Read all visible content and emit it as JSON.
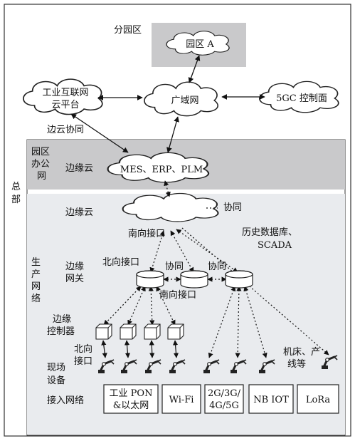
{
  "labels": {
    "branch_zone": "分园区",
    "park_a": "园区 A",
    "iiot_cloud_line1": "工业互联网",
    "iiot_cloud_line2": "云平台",
    "wan": "广域网",
    "control_5gc": "5GC 控制面",
    "edge_cloud_collab": "边云协同",
    "hq_line1": "总",
    "hq_line2": "部",
    "office_line1": "园区",
    "office_line2": "办公",
    "office_line3": "网",
    "office_edge_cloud": "边缘云",
    "office_apps": "MES、ERP、PLM",
    "prod_edge_cloud": "边缘云",
    "collab": "协同",
    "history_db_line1": "历史数据库、",
    "history_db_line2": "SCADA",
    "southbound_top": "南向接口",
    "prod_line1": "生",
    "prod_line2": "产",
    "prod_line3": "网",
    "prod_line4": "络",
    "northbound_gw": "北向接口",
    "collab_left": "协同",
    "collab_right": "协同",
    "edge_gateway_line1": "边缘",
    "edge_gateway_line2": "网关",
    "southbound_gw": "南向接口",
    "edge_controller_line1": "边缘",
    "edge_controller_line2": "控制器",
    "northbound_ctrl_line1": "北向",
    "northbound_ctrl_line2": "接口",
    "machine_line1": "机床、产",
    "machine_line2": "线等",
    "field_line1": "现场",
    "field_line2": "设备",
    "access_network": "接入网络"
  },
  "access_networks": [
    {
      "line1": "工业 PON",
      "line2": "&以太网"
    },
    {
      "line1": "Wi-Fi",
      "line2": ""
    },
    {
      "line1": "2G/3G/",
      "line2": "4G/5G"
    },
    {
      "line1": "NB IOT",
      "line2": ""
    },
    {
      "line1": "LoRa",
      "line2": ""
    }
  ],
  "colors": {
    "zone_fill": "#c9c9cb",
    "prod_fill": "#e9ebee",
    "border": "#333333"
  },
  "icons": [
    "cloud-icon",
    "gateway-cylinder-icon",
    "controller-cube-icon",
    "robot-arm-icon"
  ]
}
